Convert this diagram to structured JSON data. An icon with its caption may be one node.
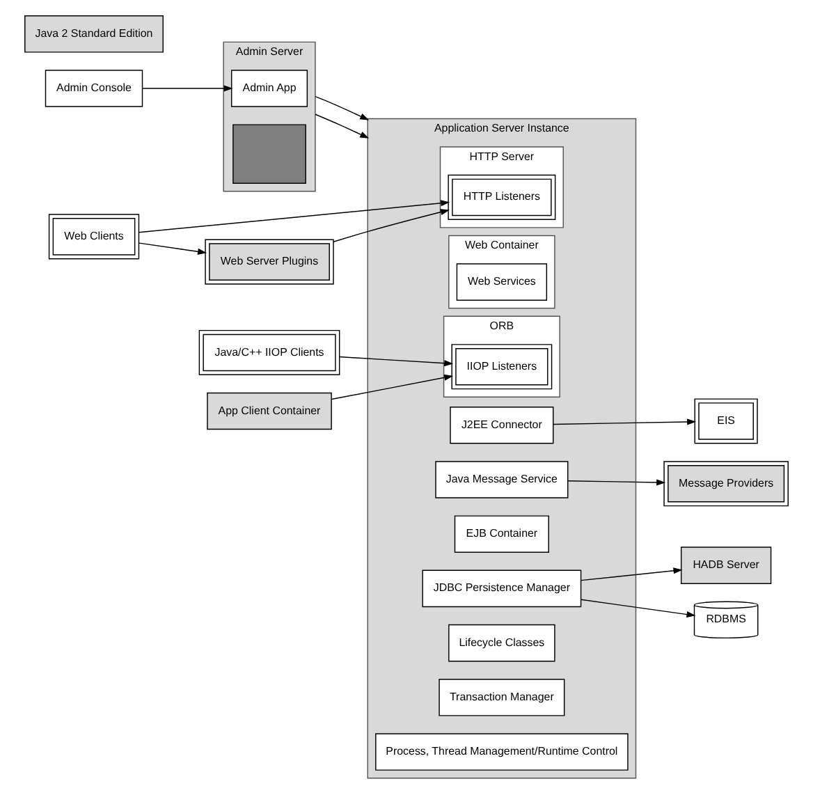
{
  "diagram": {
    "nodes": [
      {
        "text": [
          "Admin Console"
        ]
      },
      {
        "text": [
          "Admin Server"
        ]
      },
      {
        "text": [
          "Admin App"
        ],
        "in": 1
      },
      {
        "text": [],
        "shape": "box",
        "in": 1
      },
      {
        "text": [
          "Application Server Instance"
        ]
      },
      {
        "text": [
          "HTTP Server"
        ],
        "in": 4
      },
      {
        "text": [
          "HTTP Listeners"
        ],
        "in": 5
      },
      {
        "text": [
          "Web Container"
        ],
        "in": 4
      },
      {
        "text": [
          "Web Services"
        ],
        "in": 7
      },
      {
        "text": [
          "J2EE Connector"
        ],
        "in": 4
      },
      {
        "text": [
          "Java Message Service"
        ],
        "in": 4
      },
      {
        "text": [
          "ORB"
        ],
        "in": 4
      },
      {
        "text": [
          "IIOP Listeners"
        ],
        "in": 11
      },
      {
        "text": [
          "EJB Container"
        ],
        "in": 4
      },
      {
        "text": [
          "JDBC Persistence Manager"
        ],
        "in": 4
      },
      {
        "text": [
          "Lifecycle Classes"
        ],
        "in": 4
      },
      {
        "text": [
          "Transaction Manager"
        ],
        "in": 4
      },
      {
        "text": [
          "Process, Thread Management/Runtime Control"
        ],
        "in": 4
      },
      {
        "text": [
          "Java 2 Standard Edition"
        ]
      },
      {
        "text": [
          "Web Server Plugins"
        ]
      },
      {
        "text": [
          "Web Clients"
        ]
      },
      {
        "text": [
          "Java/C++ IIOP Clients"
        ]
      },
      {
        "text": [
          "App Client Container"
        ]
      },
      {
        "text": [
          "EIS"
        ]
      },
      {
        "text": [
          "Message Providers"
        ]
      },
      {
        "text": [
          "HADB Server"
        ]
      },
      {
        "text": [
          "RDBMS"
        ]
      }
    ],
    "edges": [
      {
        "from": 0,
        "to": 2,
        "arrow": "to"
      },
      {
        "from": 1,
        "to": 4,
        "arrow": "to"
      },
      {
        "from": 1,
        "to": 4,
        "arrow": "to"
      },
      {
        "from": 20,
        "to": 19,
        "arrow": "to"
      },
      {
        "from": 19,
        "to": 6,
        "arrow": "to"
      },
      {
        "from": 20,
        "to": 6,
        "arrow": "to"
      },
      {
        "from": 21,
        "to": 12,
        "arrow": "to"
      },
      {
        "from": 22,
        "to": 12,
        "arrow": "to"
      },
      {
        "from": 9,
        "to": 23,
        "arrow": "to"
      },
      {
        "from": 10,
        "to": 24,
        "arrow": "to"
      },
      {
        "from": 14,
        "to": 25,
        "arrow": "to"
      },
      {
        "from": 14,
        "to": 26,
        "arrow": "to"
      }
    ]
  }
}
